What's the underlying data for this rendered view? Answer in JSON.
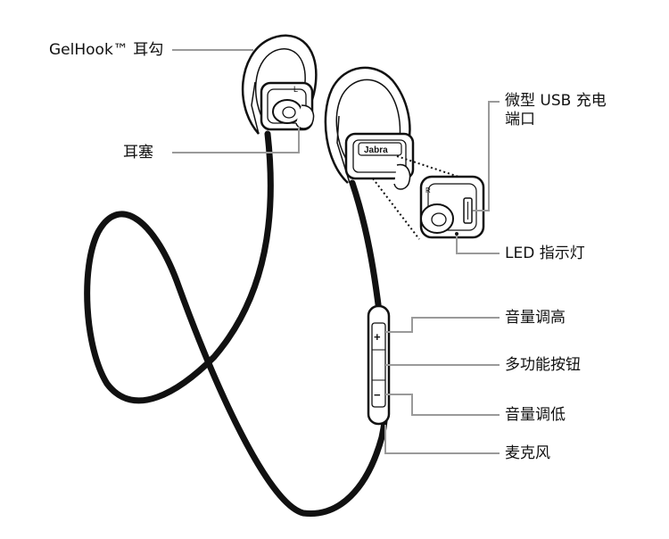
{
  "labels": {
    "gelhook": "GelHook™ 耳勾",
    "eargel": "耳塞",
    "usb_port_line1": "微型 USB 充电",
    "usb_port_line2": "端口",
    "led": "LED 指示灯",
    "volume_up": "音量调高",
    "multifunction": "多功能按钮",
    "volume_down": "音量调低",
    "microphone": "麦克风"
  },
  "device": {
    "brand_logo": "Jabra",
    "left_marker": "L",
    "right_marker": "R",
    "plus_key": "+",
    "minus_key": "−"
  },
  "colors": {
    "cable": "#111111",
    "leader_lines": "#9a9a9a",
    "outline": "#111111"
  }
}
